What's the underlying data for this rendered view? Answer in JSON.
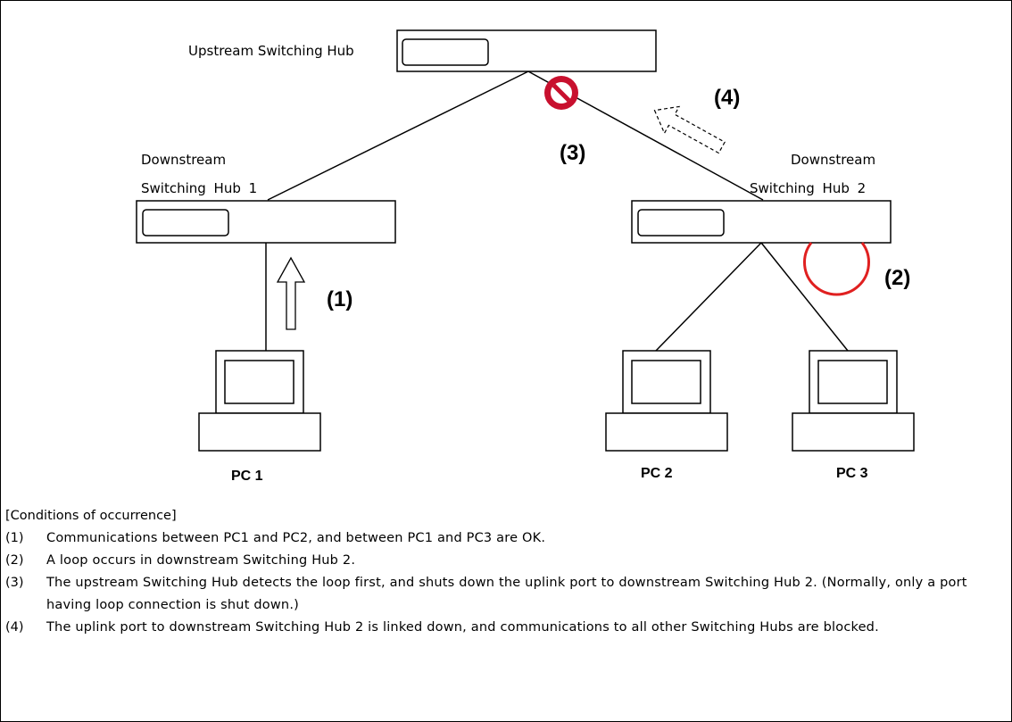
{
  "diagram": {
    "upstream_hub_label": "Upstream Switching Hub",
    "downstream_hub1_label_line1": "Downstream",
    "downstream_hub1_label_line2": "Switching Hub 1",
    "downstream_hub2_label_line1": "Downstream",
    "downstream_hub2_label_line2": "Switching Hub 2",
    "step1": "(1)",
    "step2": "(2)",
    "step3": "(3)",
    "step4": "(4)",
    "pc1": "PC 1",
    "pc2": "PC 2",
    "pc3": "PC 3",
    "colors": {
      "loop": "#e02020",
      "block": "#c8102e"
    }
  },
  "notes": {
    "title": "[Conditions of occurrence]",
    "items": [
      {
        "num": "(1)",
        "text": "Communications between PC1 and PC2, and between PC1 and PC3 are OK."
      },
      {
        "num": "(2)",
        "text": "A loop occurs in downstream Switching Hub 2."
      },
      {
        "num": "(3)",
        "text": "The upstream Switching Hub detects the loop first, and shuts down the uplink port to downstream Switching Hub 2. (Normally, only a port having loop connection is shut down.)"
      },
      {
        "num": "(4)",
        "text": "The uplink port to downstream Switching Hub 2 is linked down, and communications to all other Switching Hubs are blocked."
      }
    ]
  }
}
